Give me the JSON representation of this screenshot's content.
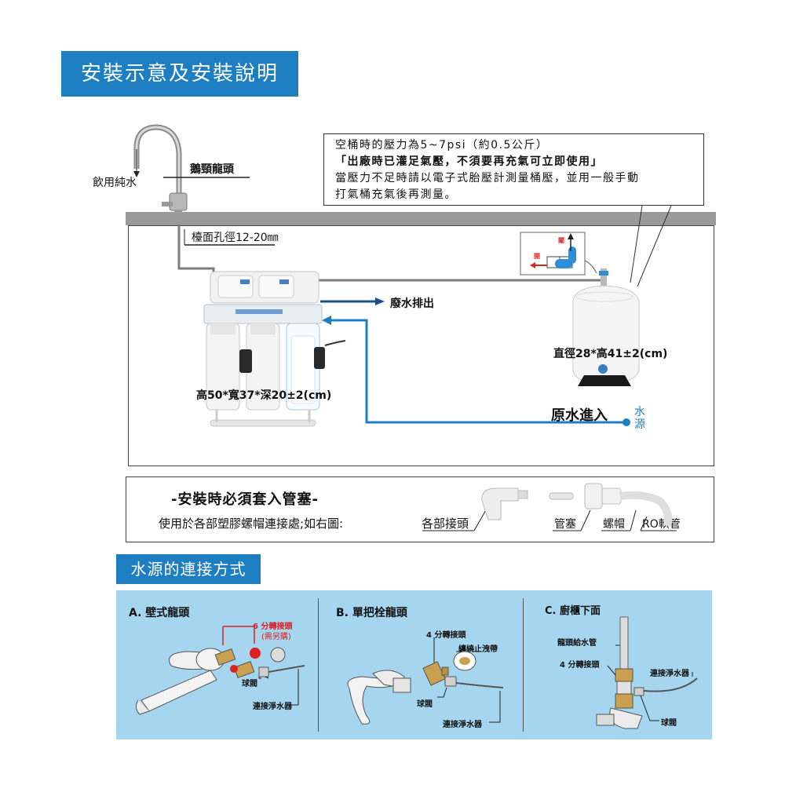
{
  "header": {
    "title": "安裝示意及安裝說明"
  },
  "note": {
    "line1": "空桶時的壓力為5~7psi（約0.5公斤）",
    "line2": "「出廠時已灌足氣壓，不須要再充氣可立即使用」",
    "line3": "當壓力不足時請以電子式胎壓計測量桶壓，並用一般手動",
    "line4": "打氣桶充氣後再測量。"
  },
  "diagram": {
    "drinking_water": "飲用純水",
    "faucet": "鵝頸龍頭",
    "counter_hole": "檯面孔徑12-20㎜",
    "waste": "廢水排出",
    "unit_size": "高50*寬37*深20±2(cm)",
    "tank_size": "直徑28*高41±2(cm)",
    "raw_water_in": "原水進入",
    "water_source": "水源",
    "valve_close": "關",
    "valve_open": "開"
  },
  "plug_note": {
    "title": "-安裝時必須套入管塞-",
    "desc": "使用於各部塑膠螺帽連接處;如右圖:",
    "joint": "各部接頭",
    "plug": "管塞",
    "nut": "螺帽",
    "tube": "RO軟管"
  },
  "section2": {
    "title": "水源的連接方式"
  },
  "panels": [
    {
      "title": "A. 壁式龍頭",
      "adapter": "6 分轉接頭",
      "adapter_note": "(需另購)",
      "ball": "球閥",
      "connect": "連接淨水器"
    },
    {
      "title": "B. 單把栓龍頭",
      "adapter": "4 分轉接頭",
      "tape": "纏繞止洩帶",
      "ball": "球閥",
      "connect": "連接淨水器"
    },
    {
      "title": "C. 廚櫃下面",
      "supply": "龍頭給水管",
      "adapter": "4 分轉接頭",
      "connect": "連接淨水器",
      "ball": "球閥"
    }
  ],
  "colors": {
    "brand_blue": "#1d7fc1",
    "panel_bg": "#a6d6ef",
    "counter_gray": "#9a9a9a",
    "pipe_blue": "#1d7fc1",
    "accent_red": "#e02020"
  }
}
